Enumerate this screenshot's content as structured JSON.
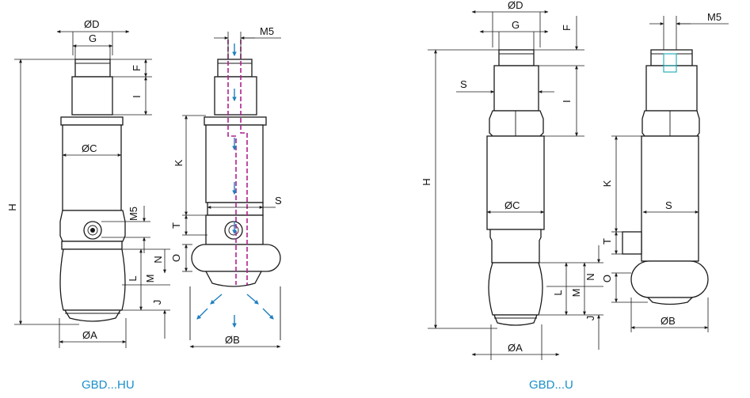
{
  "colors": {
    "caption": "#1a8fc8",
    "flow_path": "#b0208f",
    "arrow": "#1f7fbf",
    "accent_teal": "#2bb0b8"
  },
  "models": [
    {
      "caption": "GBD...HU",
      "dims": {
        "d": "ØD",
        "g": "G",
        "f": "F",
        "i": "I",
        "h": "H",
        "c": "ØC",
        "m5_side": "M5",
        "a": "ØA",
        "m5_top": "M5",
        "k": "K",
        "s": "S",
        "t": "T",
        "n": "N",
        "o": "O",
        "l": "L",
        "m": "M",
        "j": "J",
        "b": "ØB"
      }
    },
    {
      "caption": "GBD...U",
      "dims": {
        "d": "ØD",
        "g": "G",
        "f": "F",
        "s1": "S",
        "i": "I",
        "h": "H",
        "c": "ØC",
        "n": "N",
        "o": "O",
        "l": "L",
        "m": "M",
        "j": "J",
        "a": "ØA",
        "m5": "M5",
        "k": "K",
        "s2": "S",
        "t": "T",
        "b": "ØB"
      }
    }
  ]
}
